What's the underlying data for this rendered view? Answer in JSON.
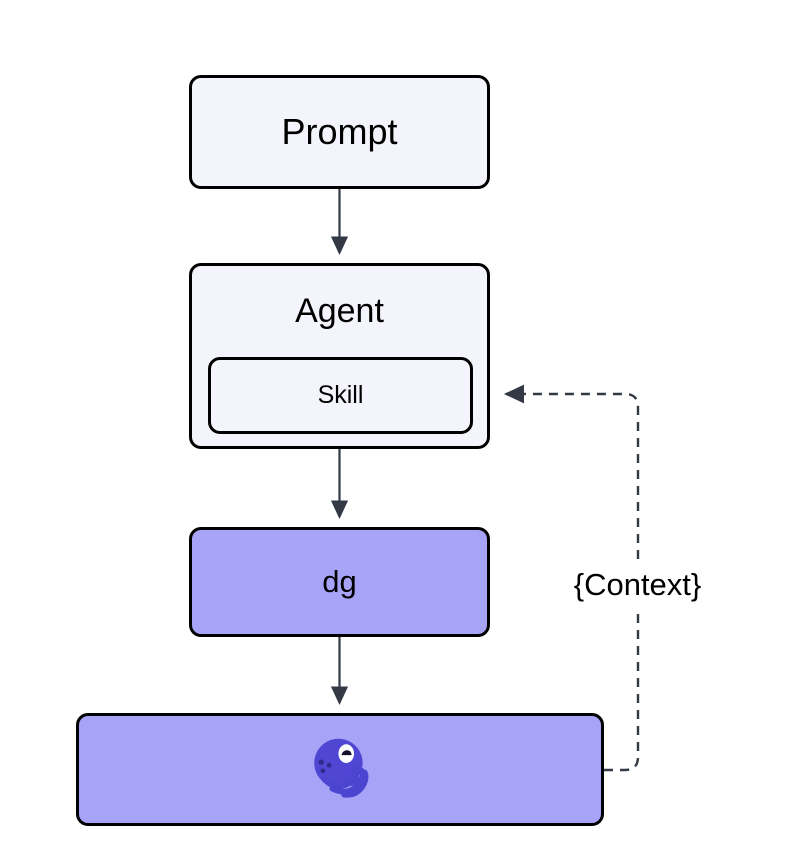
{
  "diagram": {
    "type": "flowchart",
    "direction": "top-to-bottom",
    "background_color": "#ffffff",
    "nodes": [
      {
        "id": "prompt",
        "label": "Prompt",
        "shape": "rounded-rectangle",
        "fill": "#f4f4fd",
        "stroke": "#000000",
        "text_color": "#000000"
      },
      {
        "id": "agent",
        "label": "Agent",
        "shape": "rounded-rectangle",
        "fill": "#f4f4fd",
        "stroke": "#000000",
        "text_color": "#000000"
      },
      {
        "id": "skill",
        "label": "Skill",
        "shape": "rounded-rectangle",
        "parent": "agent",
        "fill": "#f4f4fd",
        "stroke": "#000000",
        "text_color": "#000000"
      },
      {
        "id": "dg",
        "label": "dg",
        "shape": "rounded-rectangle",
        "fill": "#a7a3f7",
        "stroke": "#000000",
        "text_color": "#000000"
      },
      {
        "id": "logo",
        "label": "",
        "icon": "octopus-logo-icon",
        "shape": "rounded-rectangle",
        "fill": "#a7a3f7",
        "stroke": "#000000"
      }
    ],
    "edges": [
      {
        "from": "prompt",
        "to": "agent",
        "style": "solid",
        "arrow": "filled-triangle",
        "label": ""
      },
      {
        "from": "agent",
        "to": "dg",
        "style": "solid",
        "arrow": "filled-triangle",
        "label": ""
      },
      {
        "from": "dg",
        "to": "logo",
        "style": "solid",
        "arrow": "filled-triangle",
        "label": ""
      },
      {
        "from": "logo",
        "to": "skill",
        "style": "dashed",
        "arrow": "filled-triangle",
        "label": "{Context}"
      }
    ],
    "edge_color": "#333a45",
    "labels": {
      "context": "{Context}"
    },
    "icon_colors": {
      "octopus_body": "#4f46d4",
      "octopus_tentacle": "#4b45d1",
      "octopus_eye_white": "#ffffff",
      "octopus_pupil": "#14102e",
      "octopus_dots": "#2d2a8c"
    }
  }
}
